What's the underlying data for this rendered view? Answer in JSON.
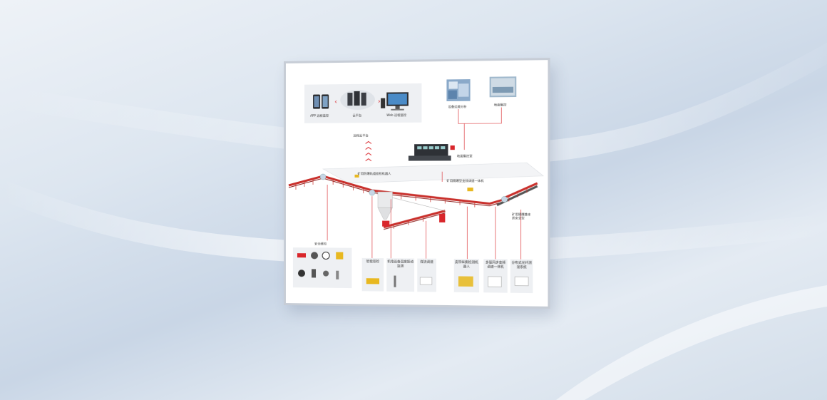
{
  "diagram": {
    "remote_platform": {
      "app_label": "APP 远程监控",
      "cloud_label": "云平台",
      "web_label": "Web 远程监控",
      "title": "远程云平台"
    },
    "equipment_analysis": "设备运维分析",
    "ground_control": "地面集控",
    "control_room": "地面集控室",
    "inspection_robot_label": "矿用防爆轨道巡检机器人",
    "sync_inverter_label": "矿用隔爆型变频调速一体机",
    "belt_sensor_label": "矿用隔爆兼本质安全型",
    "safety_sensing": "安全感知",
    "modules": [
      {
        "id": "smart-inspection",
        "label": "智能巡检"
      },
      {
        "id": "temp-vibration",
        "label": "机电设备温度振动监测"
      },
      {
        "id": "coal-flow",
        "label": "煤流调速"
      },
      {
        "id": "belt-tear",
        "label": "皮带纵撕检测机器人"
      },
      {
        "id": "multi-sync",
        "label": "多驱同步变频调速一体机"
      },
      {
        "id": "fiber-temp",
        "label": "分布式光纤测温系统"
      }
    ],
    "colors": {
      "accent_red": "#d9262b",
      "conveyor_red": "#c9302c",
      "panel_border": "#c7cdd6"
    }
  }
}
